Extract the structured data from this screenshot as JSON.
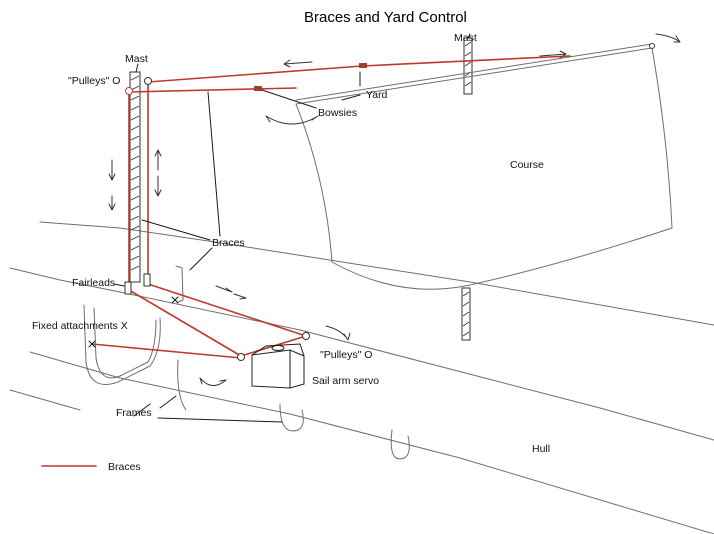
{
  "title": "Braces and Yard Control",
  "labels": {
    "mast_left": "Mast",
    "mast_right": "Mast",
    "pulleys_top": "\"Pulleys\" O",
    "yard": "Yard",
    "bowsies": "Bowsies",
    "course": "Course",
    "braces_mid": "Braces",
    "fairleads": "Fairleads",
    "fixed_attachments": "Fixed attachments X",
    "pulleys_bottom": "\"Pulleys\" O",
    "sail_arm_servo": "Sail arm servo",
    "frames": "Frames",
    "hull": "Hull"
  },
  "legend": {
    "label": "Braces",
    "color": "#c0392b"
  },
  "colors": {
    "brace": "#c0392b",
    "pencil": "#6e6e6e"
  }
}
